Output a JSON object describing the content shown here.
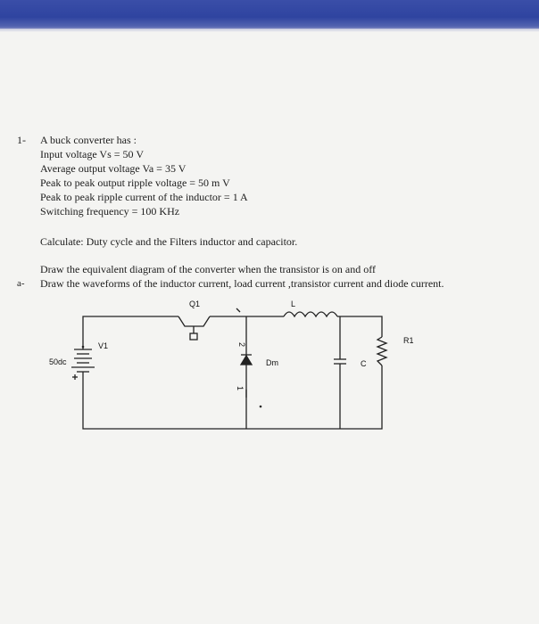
{
  "problem": {
    "number": "1-",
    "intro": "A buck converter has :",
    "givens": [
      "Input voltage  Vs = 50 V",
      "Average output voltage  Va = 35 V",
      "Peak to peak output ripple voltage = 50 m V",
      "Peak to peak ripple current of the inductor = 1 A",
      "Switching frequency = 100 KHz"
    ],
    "calculate": "Calculate: Duty cycle and the Filters  inductor and capacitor.",
    "draw1": "Draw the equivalent diagram of the converter when the transistor is on and off",
    "marker_a": "a-",
    "draw2": "Draw the waveforms of the inductor current, load current ,transistor current and diode current."
  },
  "circuit": {
    "labels": {
      "q1": "Q1",
      "l": "L",
      "v1": "V1",
      "source": "50dc",
      "r1": "R1",
      "dm": "Dm",
      "c": "C",
      "node_2": "2",
      "node_1": "1"
    }
  }
}
